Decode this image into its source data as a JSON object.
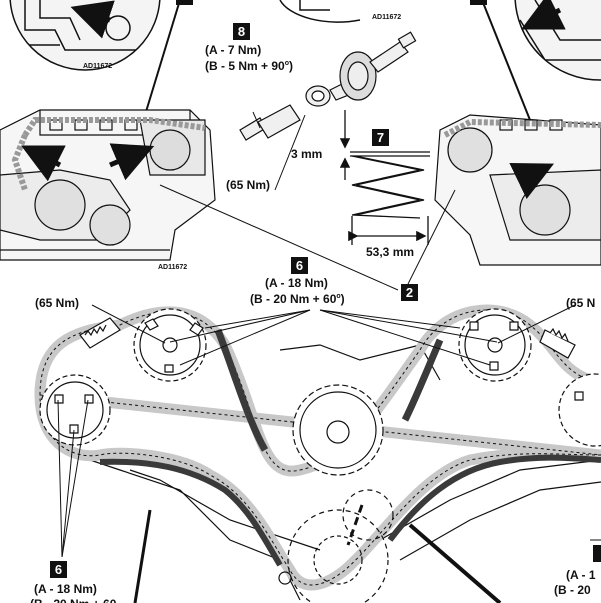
{
  "callouts": {
    "c8": {
      "number": "8",
      "line1": "(A - 7 Nm)",
      "line2_prefix": "(B - 5 Nm + 90",
      "line2_deg": "o",
      "line2_suffix": ")",
      "torque_washer": "(65 Nm)"
    },
    "c7": {
      "number": "7",
      "gap": "3 mm",
      "length": "53,3 mm"
    },
    "c6_top": {
      "number": "6",
      "line1": "(A - 18 Nm)",
      "line2_prefix": "(B - 20 Nm + 60",
      "line2_deg": "o",
      "line2_suffix": ")"
    },
    "c2": {
      "number": "2"
    },
    "c6_bottom": {
      "number": "6",
      "line1": "(A - 18 Nm)",
      "line2": "(B - 20 Nm + 60"
    },
    "left_65": "(65 Nm)",
    "right_65": "(65 N",
    "right_partial_1": "(A - 1",
    "right_partial_2": "(B - 20"
  },
  "codes": {
    "top_left": "AD11672",
    "top_right": "AD11672",
    "mid_left": "AD11672"
  },
  "colors": {
    "chain_fill": "#cfcfcf",
    "guide": "#3a3a3a",
    "line": "#111111"
  }
}
